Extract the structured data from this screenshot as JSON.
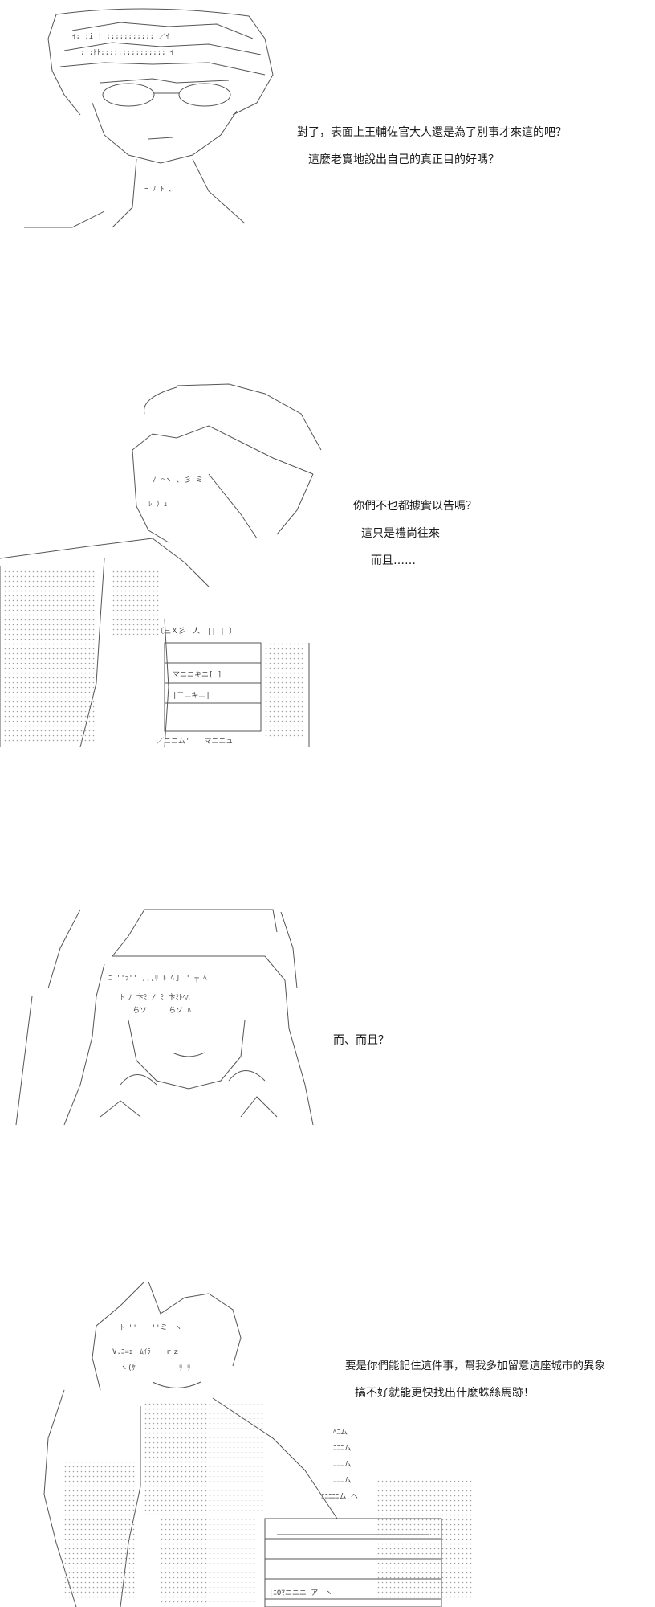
{
  "panels": [
    {
      "id": "panel-1",
      "art_icon": "ascii-art-character-with-glasses",
      "lines": [
        "對了，表面上王輔佐官大人還是為了別事才來這的吧？",
        "這麼老實地說出自己的真正目的好嗎？"
      ]
    },
    {
      "id": "panel-2",
      "art_icon": "ascii-art-character-in-robe",
      "lines": [
        "你們不也都據實以告嗎？",
        "這只是禮尚往來",
        "而且……"
      ]
    },
    {
      "id": "panel-3",
      "art_icon": "ascii-art-character-with-hat",
      "lines": [
        "而、而且？"
      ]
    },
    {
      "id": "panel-4",
      "art_icon": "ascii-art-character-smiling",
      "lines": [
        "要是你們能記住這件事，幫我多加留意這座城市的異象",
        "搞不好就能更快找出什麼蛛絲馬跡！"
      ]
    }
  ],
  "colors": {
    "background": "#ffffff",
    "text": "#1a1a1a",
    "art_line": "#555555",
    "art_shade": "#9a9a9a"
  }
}
